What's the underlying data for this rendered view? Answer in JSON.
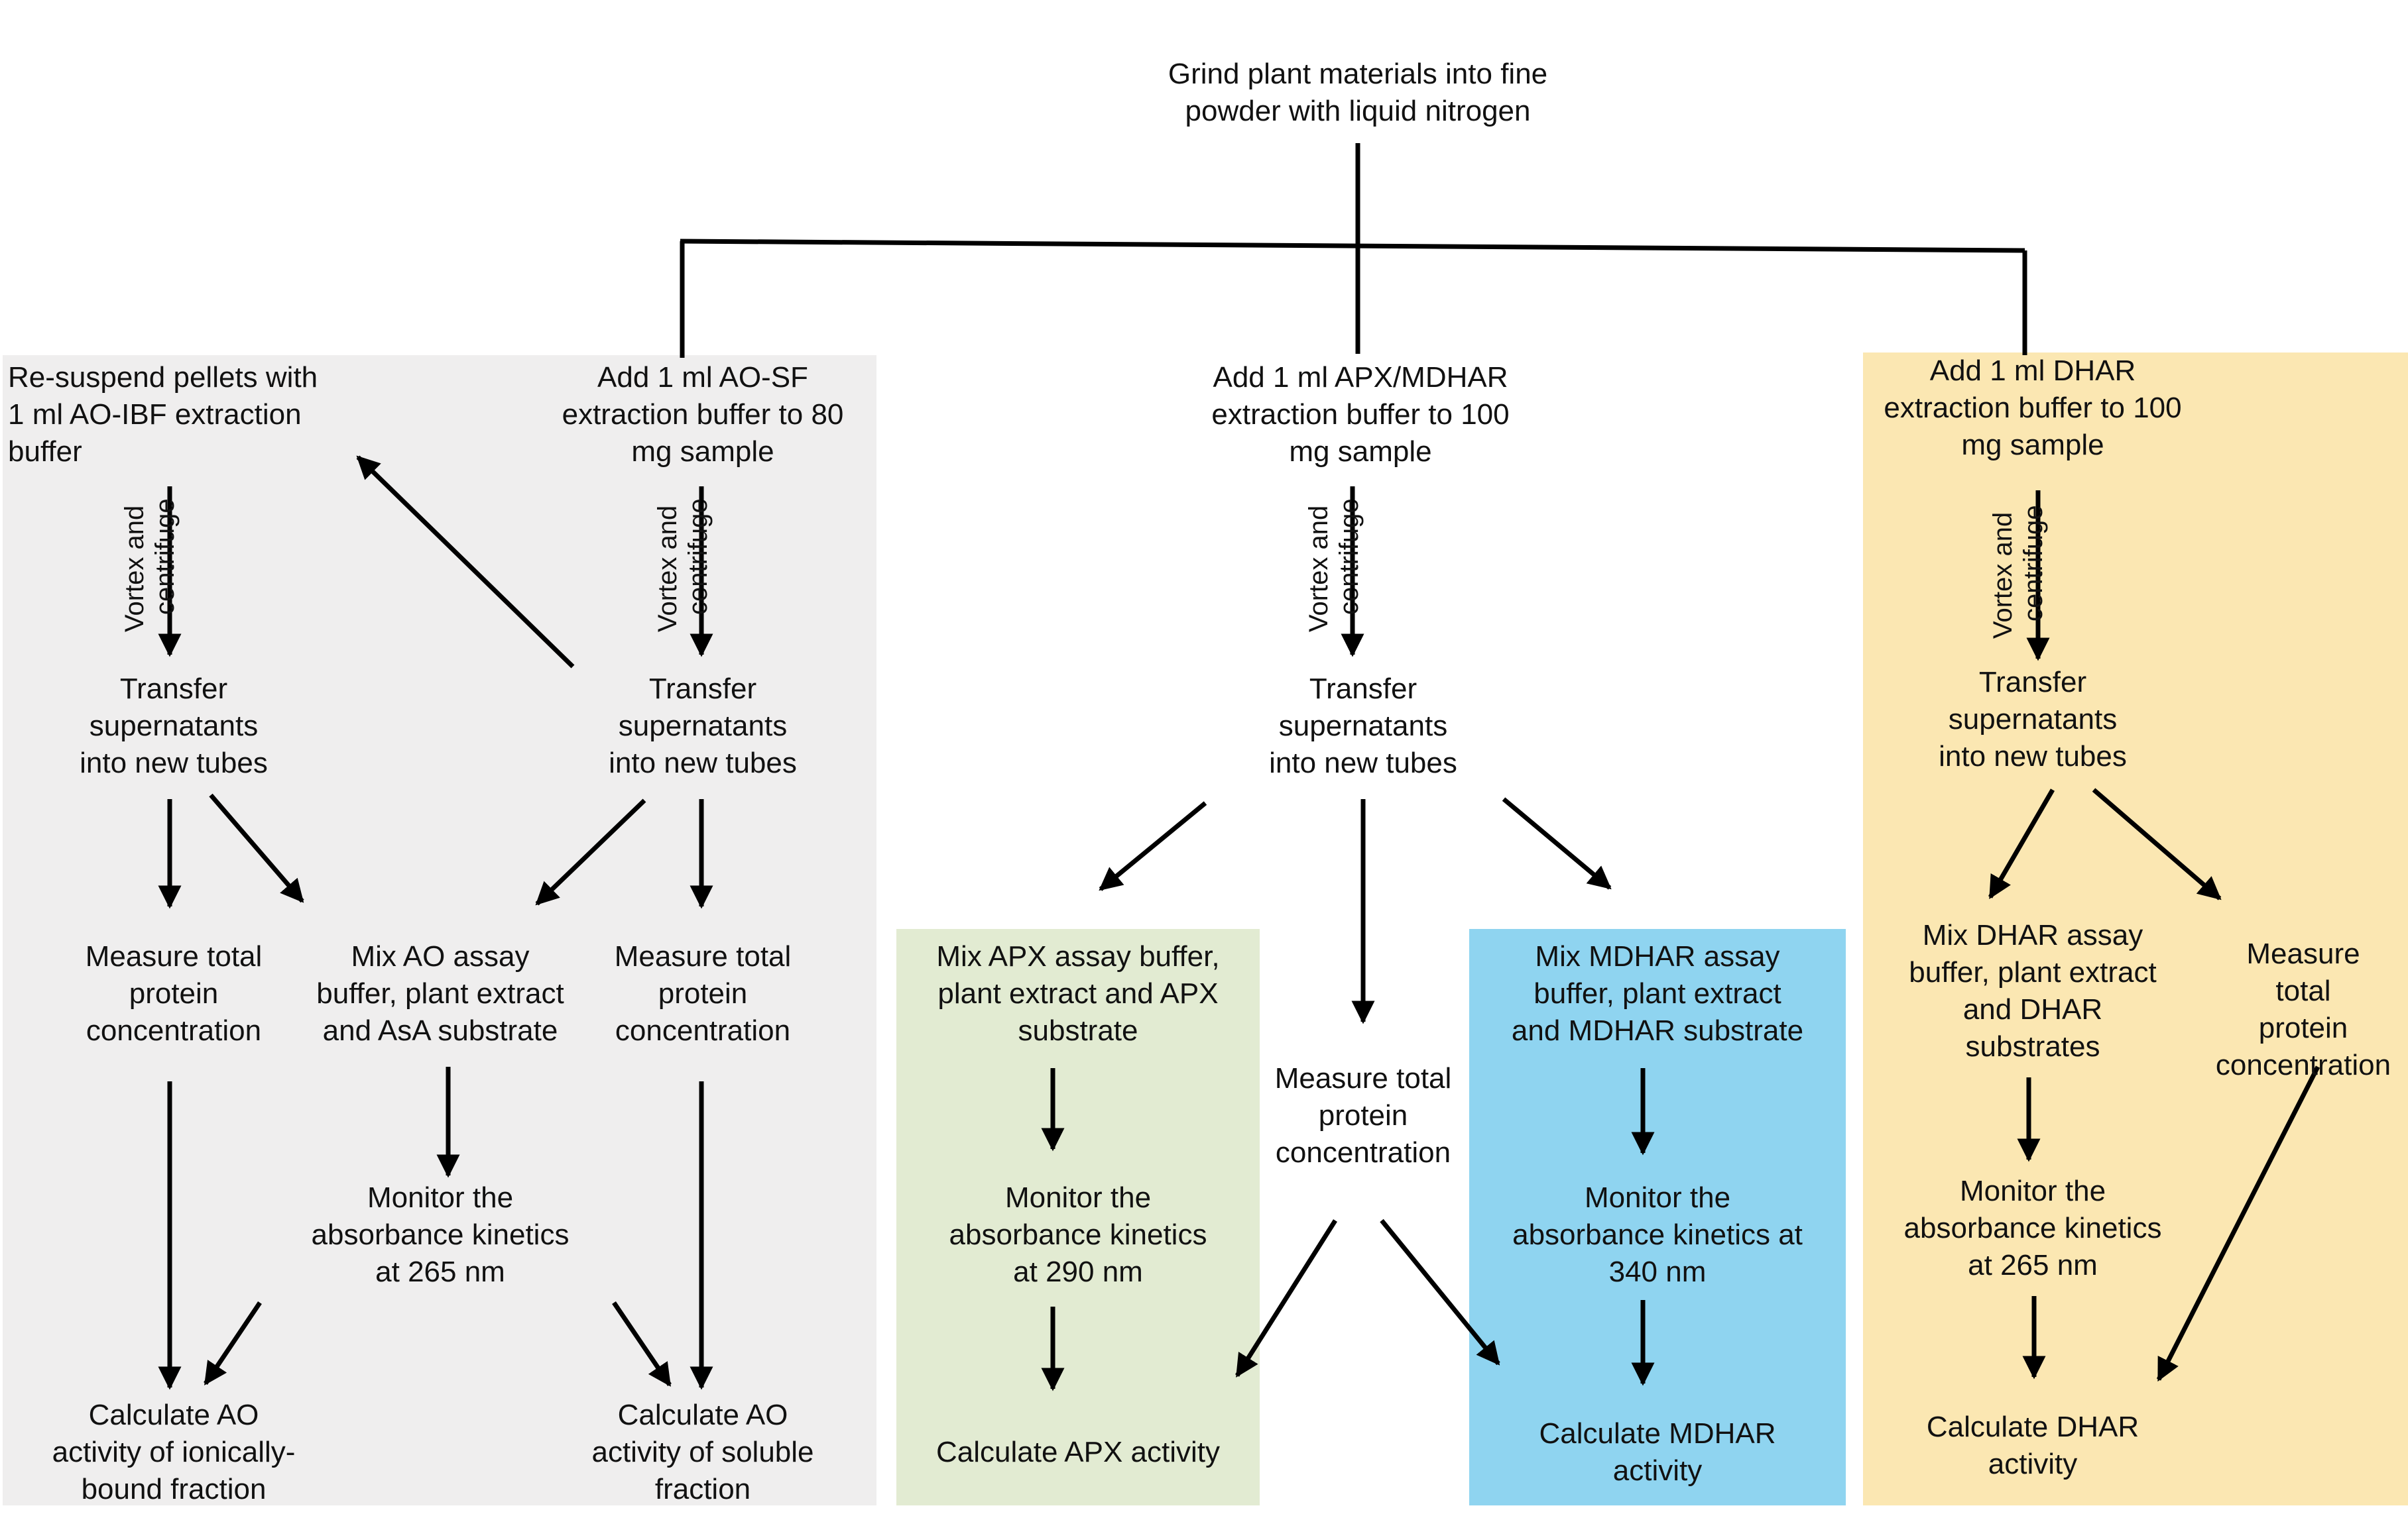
{
  "panel_colors": {
    "ao": "#efeeee",
    "apx": "#e2ebd2",
    "mdhar": "#8fd4f0",
    "dhar": "#fbe7b2",
    "line": "#000000"
  },
  "nodes": {
    "start": "Grind plant materials into fine\npowder with liquid nitrogen",
    "ao_resuspend": "Re-suspend pellets with\n1 ml AO-IBF extraction\nbuffer",
    "ao_sf_add": "Add 1 ml AO-SF\nextraction buffer to 80\nmg sample",
    "apx_add": "Add 1 ml APX/MDHAR\nextraction buffer to 100\nmg sample",
    "dhar_add": "Add 1 ml DHAR\nextraction buffer to 100\nmg sample",
    "transfer": "Transfer\nsupernatants\ninto new tubes",
    "measure_protein": "Measure total\nprotein\nconcentration",
    "ao_mix": "Mix AO assay\nbuffer, plant extract\nand AsA substrate",
    "ao_monitor": "Monitor the\nabsorbance kinetics\nat 265 nm",
    "ao_ib_calc": "Calculate AO\nactivity of ionically-\nbound fraction",
    "ao_sf_calc": "Calculate AO\nactivity of soluble\nfraction",
    "apx_mix": "Mix APX assay buffer,\nplant extract and APX\nsubstrate",
    "apx_monitor": "Monitor the\nabsorbance kinetics\nat 290 nm",
    "apx_calc": "Calculate APX activity",
    "mdhar_mix": "Mix MDHAR assay\nbuffer, plant extract\nand MDHAR substrate",
    "mdhar_monitor": "Monitor the\nabsorbance kinetics at\n340 nm",
    "mdhar_calc": "Calculate MDHAR\nactivity",
    "dhar_mix": "Mix DHAR assay\nbuffer, plant extract\nand DHAR\nsubstrates",
    "dhar_monitor": "Monitor the\nabsorbance kinetics\nat 265 nm",
    "dhar_calc": "Calculate DHAR\nactivity"
  },
  "arrow_label": {
    "line1": "Vortex and",
    "line2": "centrifuge"
  }
}
